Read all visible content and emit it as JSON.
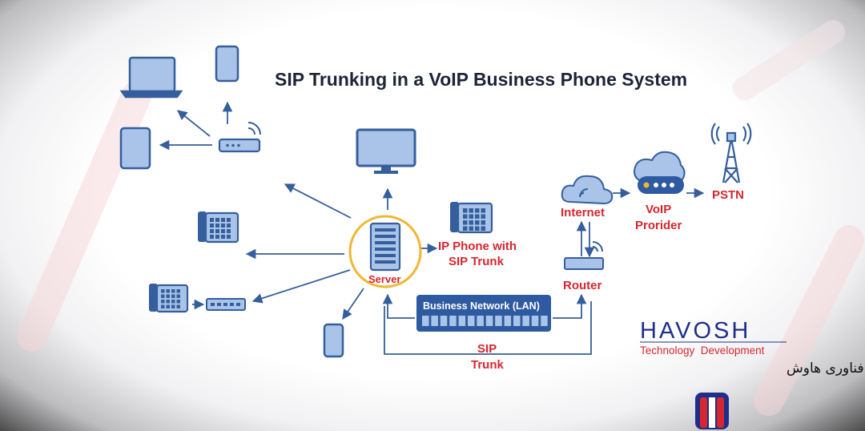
{
  "diagram": {
    "title": "SIP Trunking in a VoIP Business Phone System",
    "labels": {
      "server": "Server",
      "ip_phone": [
        "IP Phone with",
        "SIP Trunk"
      ],
      "internet": "Internet",
      "voip_provider": [
        "VoIP",
        "Prorider"
      ],
      "pstn": "PSTN",
      "router": "Router",
      "lan": "Business Network (LAN)",
      "sip_trunk": [
        "SIP",
        "Trunk"
      ]
    },
    "colors": {
      "device_fill": "#a9c4e8",
      "device_stroke": "#355e9c",
      "label_red": "#d7262f",
      "server_ring": "#f2b632",
      "lan_fill": "#2d5aa0"
    },
    "icons": [
      "laptop-icon",
      "smartphone-icon",
      "tablet-icon",
      "wifi-router-icon",
      "monitor-icon",
      "desk-phone-icon",
      "network-switch-icon",
      "server-icon",
      "cloud-icon",
      "cell-tower-icon"
    ]
  },
  "logo": {
    "name": "HAVOSH",
    "tagline": "Technology  Development",
    "persian": "توسعه فناوری هاوش"
  }
}
